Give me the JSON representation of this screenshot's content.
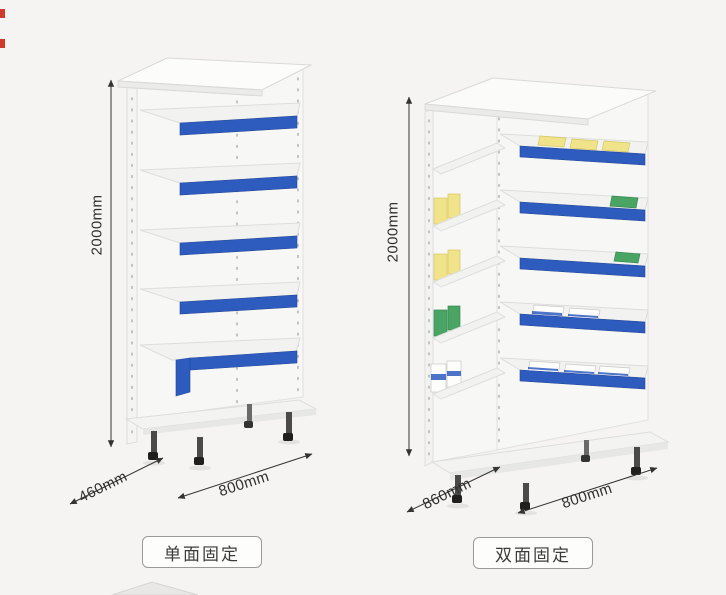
{
  "figure": {
    "description": "Dimension diagram of two pharmacy gondola shelving units"
  },
  "units": [
    {
      "id": "single-sided",
      "caption": "单面固定",
      "height_label": "2000mm",
      "depth_label": "460mm",
      "width_label": "800mm"
    },
    {
      "id": "double-sided",
      "caption": "双面固定",
      "height_label": "2000mm",
      "depth_label": "860mm",
      "width_label": "800mm"
    }
  ],
  "colors": {
    "accent": "#2e5cbe",
    "accent_dark": "#24499a",
    "background": "#f5f4f2",
    "dimension_text": "#2f2f2f",
    "caption_border": "#9a9a9a"
  }
}
